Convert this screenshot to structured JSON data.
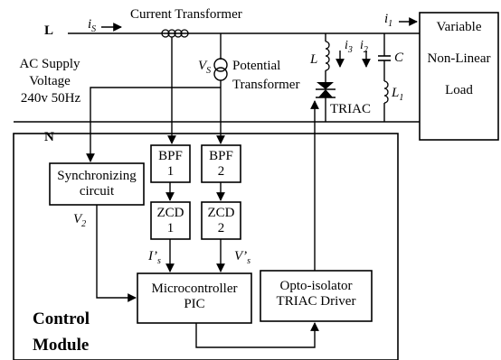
{
  "line": {
    "live_label": "L",
    "neutral_label": "N",
    "is_label": "i",
    "is_sub": "S",
    "i1_label": "i",
    "i1_sub": "1"
  },
  "current_transformer": {
    "label": "Current Transformer"
  },
  "potential_transformer": {
    "line1": "Potential",
    "line2": "Transformer",
    "vs_label": "V",
    "vs_sub": "S"
  },
  "supply": {
    "line1": "AC Supply",
    "line2": "Voltage",
    "line3": "240v 50Hz"
  },
  "load": {
    "line1": "Variable",
    "line2": "Non-Linear",
    "line3": "Load"
  },
  "compensator": {
    "L_label": "L",
    "i3_label": "i",
    "i3_sub": "3",
    "i2_label": "i",
    "i2_sub": "2",
    "C_label": "C",
    "L1_label": "L",
    "L1_sub": "1",
    "triac_label": "TRIAC"
  },
  "blocks": {
    "sync": {
      "line1": "Synchronizing",
      "line2": "circuit"
    },
    "bpf1": {
      "line1": "BPF",
      "line2": "1"
    },
    "bpf2": {
      "line1": "BPF",
      "line2": "2"
    },
    "zcd1": {
      "line1": "ZCD",
      "line2": "1"
    },
    "zcd2": {
      "line1": "ZCD",
      "line2": "2"
    },
    "micro": {
      "line1": "Microcontroller",
      "line2": "PIC"
    },
    "opto": {
      "line1": "Opto-isolator",
      "line2": "TRIAC Driver"
    }
  },
  "signals": {
    "v2_label": "V",
    "v2_sub": "2",
    "is_prime_label": "I’",
    "is_prime_sub": "s",
    "vs_prime_label": "V’",
    "vs_prime_sub": "s"
  },
  "control_module": {
    "line1": "Control",
    "line2": "Module"
  }
}
